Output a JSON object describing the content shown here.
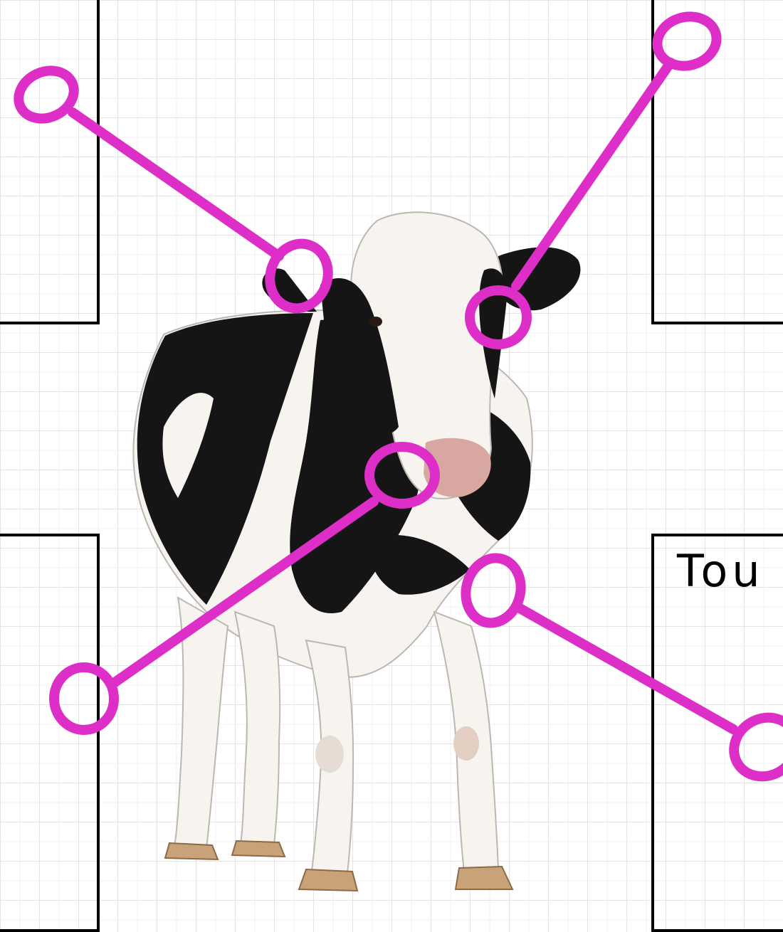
{
  "colors": {
    "leader_line": "#dd2ec8",
    "box_border": "#000000",
    "cow_black": "#151515",
    "cow_white": "#f7f4f0",
    "hoof": "#c9a27a",
    "muzzle": "#d8a7a2"
  },
  "labels": {
    "bottom_right": "Tou"
  },
  "leader_lines": [
    {
      "id": "ear-left"
    },
    {
      "id": "eye-right"
    },
    {
      "id": "muzzle"
    },
    {
      "id": "chest"
    }
  ]
}
